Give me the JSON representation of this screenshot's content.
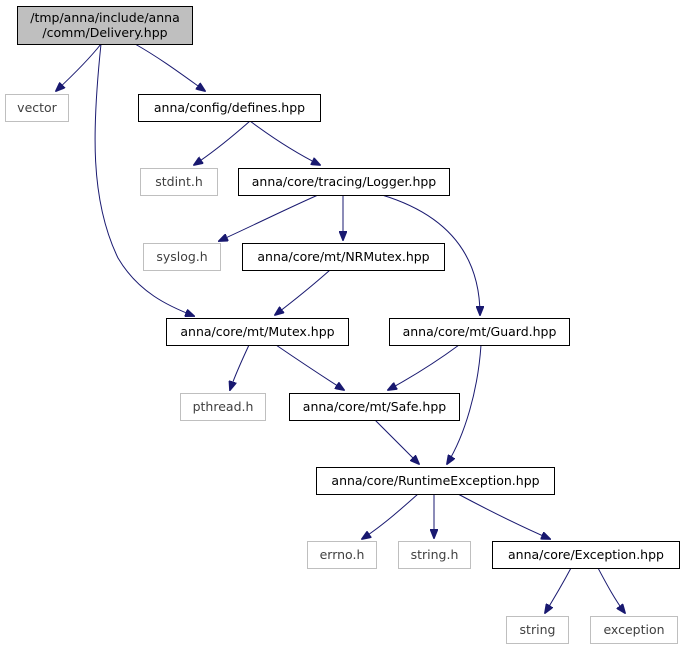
{
  "colors": {
    "edge": "#191970",
    "root_fill": "#bfbfbf",
    "node_border": "#000000",
    "external_border": "#bfbfbf",
    "background": "#ffffff"
  },
  "nodes": {
    "root": {
      "lines": [
        "/tmp/anna/include/anna",
        "/comm/Delivery.hpp"
      ],
      "kind": "root"
    },
    "vector": {
      "lines": [
        "vector"
      ],
      "kind": "external"
    },
    "defines": {
      "lines": [
        "anna/config/defines.hpp"
      ],
      "kind": "internal"
    },
    "stdint": {
      "lines": [
        "stdint.h"
      ],
      "kind": "external"
    },
    "logger": {
      "lines": [
        "anna/core/tracing/Logger.hpp"
      ],
      "kind": "internal"
    },
    "syslog": {
      "lines": [
        "syslog.h"
      ],
      "kind": "external"
    },
    "nrmutex": {
      "lines": [
        "anna/core/mt/NRMutex.hpp"
      ],
      "kind": "internal"
    },
    "mutex": {
      "lines": [
        "anna/core/mt/Mutex.hpp"
      ],
      "kind": "internal"
    },
    "guard": {
      "lines": [
        "anna/core/mt/Guard.hpp"
      ],
      "kind": "internal"
    },
    "pthread": {
      "lines": [
        "pthread.h"
      ],
      "kind": "external"
    },
    "safe": {
      "lines": [
        "anna/core/mt/Safe.hpp"
      ],
      "kind": "internal"
    },
    "runtime": {
      "lines": [
        "anna/core/RuntimeException.hpp"
      ],
      "kind": "internal"
    },
    "errno": {
      "lines": [
        "errno.h"
      ],
      "kind": "external"
    },
    "stringh": {
      "lines": [
        "string.h"
      ],
      "kind": "external"
    },
    "exception_hpp": {
      "lines": [
        "anna/core/Exception.hpp"
      ],
      "kind": "internal"
    },
    "string": {
      "lines": [
        "string"
      ],
      "kind": "external"
    },
    "exception": {
      "lines": [
        "exception"
      ],
      "kind": "external"
    }
  },
  "edges": [
    [
      "root",
      "vector"
    ],
    [
      "root",
      "defines"
    ],
    [
      "root",
      "mutex"
    ],
    [
      "defines",
      "stdint"
    ],
    [
      "defines",
      "logger"
    ],
    [
      "logger",
      "syslog"
    ],
    [
      "logger",
      "nrmutex"
    ],
    [
      "logger",
      "guard"
    ],
    [
      "nrmutex",
      "mutex"
    ],
    [
      "mutex",
      "pthread"
    ],
    [
      "mutex",
      "safe"
    ],
    [
      "guard",
      "safe"
    ],
    [
      "guard",
      "runtime"
    ],
    [
      "safe",
      "runtime"
    ],
    [
      "runtime",
      "errno"
    ],
    [
      "runtime",
      "stringh"
    ],
    [
      "runtime",
      "exception_hpp"
    ],
    [
      "exception_hpp",
      "string"
    ],
    [
      "exception_hpp",
      "exception"
    ]
  ]
}
